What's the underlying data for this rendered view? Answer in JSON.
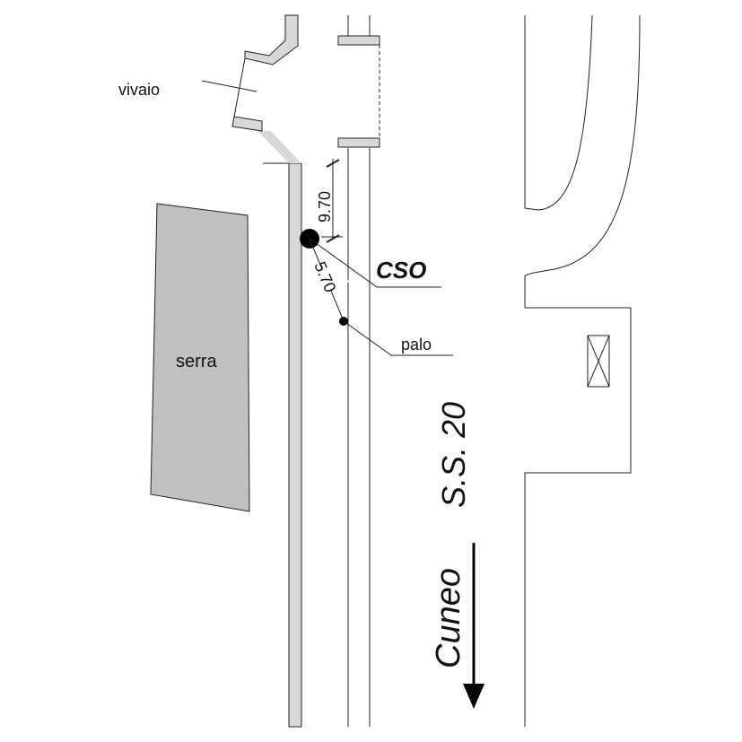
{
  "labels": {
    "vivaio": "vivaio",
    "serra": "serra",
    "cso": "CSO",
    "palo": "palo",
    "road": "S.S. 20",
    "direction": "Cuneo"
  },
  "measurements": {
    "cso_to_building": "9.70",
    "cso_to_palo": "5.70"
  },
  "colors": {
    "line": "#222222",
    "wall_fill": "#d0d0d0",
    "greenhouse_fill": "#c0c0c0",
    "marker": "#000000"
  },
  "icons": {
    "station_marker": "filled-circle-icon",
    "pole_marker": "small-dot-icon",
    "direction_arrow": "arrow-down-icon",
    "box_symbol": "crossed-box-icon"
  }
}
